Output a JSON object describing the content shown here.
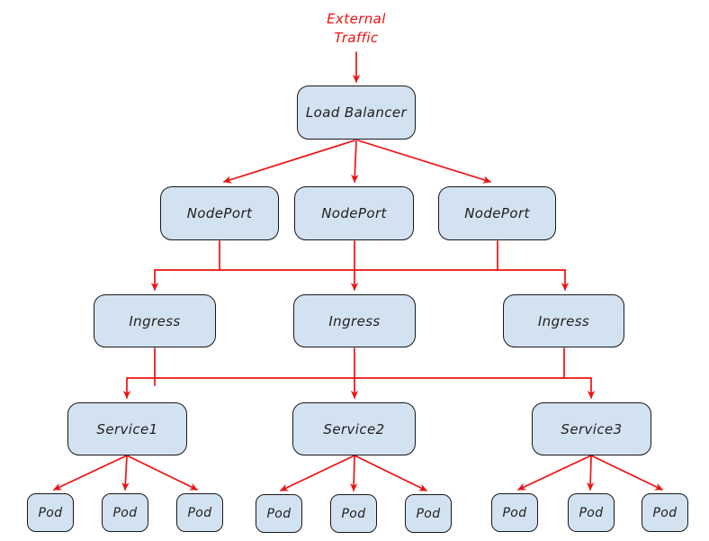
{
  "diagram": {
    "external_traffic_label": "External Traffic",
    "nodes": {
      "load_balancer": "Load Balancer",
      "nodeport": "NodePort",
      "ingress": "Ingress",
      "service1": "Service1",
      "service2": "Service2",
      "service3": "Service3",
      "pod": "Pod"
    },
    "structure": {
      "nodeport_count": 3,
      "ingress_count": 3,
      "service_count": 3,
      "pods_per_service": 3,
      "total_pods": 9
    },
    "edges": [
      "External Traffic -> Load Balancer",
      "Load Balancer -> NodePort (x3)",
      "NodePort (x3) -> shared bus -> Ingress (x3)",
      "Ingress (x3) -> shared bus -> Service1 / Service2 / Service3",
      "Service1 -> Pod (x3)",
      "Service2 -> Pod (x3)",
      "Service3 -> Pod (x3)"
    ],
    "colors": {
      "arrow": "#ee1111",
      "external_text": "#ee1111",
      "node_fill": "#d3e2f0",
      "node_border": "#18181b",
      "node_text": "#1f1f1f",
      "background": "#ffffff"
    }
  }
}
